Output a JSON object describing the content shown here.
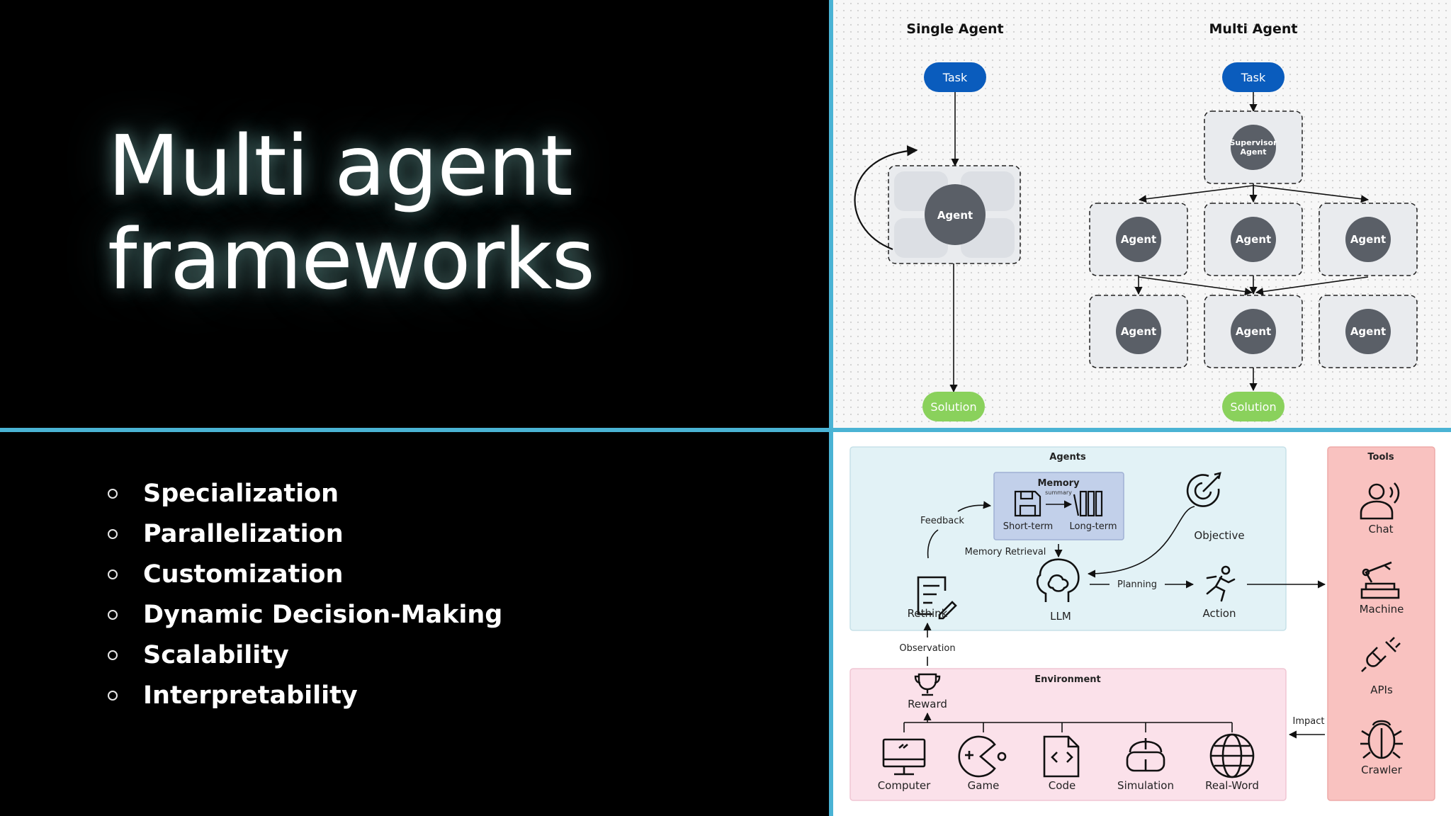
{
  "slide": {
    "title_line1": "Multi agent",
    "title_line2": "frameworks",
    "accent_color": "#4ab3d4",
    "bullets": [
      "Specialization",
      "Parallelization",
      "Customization",
      "Dynamic Decision-Making",
      "Scalability",
      "Interpretability"
    ]
  },
  "topology": {
    "single": {
      "heading": "Single Agent",
      "task": "Task",
      "agent": "Agent",
      "solution": "Solution"
    },
    "multi": {
      "heading": "Multi Agent",
      "task": "Task",
      "supervisor_line1": "Supervisor",
      "supervisor_line2": "Agent",
      "agents": [
        "Agent",
        "Agent",
        "Agent",
        "Agent",
        "Agent",
        "Agent"
      ],
      "solution": "Solution"
    },
    "colors": {
      "task": "#0a5cbd",
      "solution": "#8ad15c",
      "agent": "#5a5f67"
    }
  },
  "architecture": {
    "agents_title": "Agents",
    "memory_title": "Memory",
    "memory_summary": "summary",
    "short_term": "Short-term",
    "long_term": "Long-term",
    "feedback": "Feedback",
    "memory_retrieval": "Memory Retrieval",
    "objective": "Objective",
    "rethink": "Rethink",
    "llm": "LLM",
    "planning": "Planning",
    "action": "Action",
    "observation": "Observation",
    "environment_title": "Environment",
    "reward": "Reward",
    "env_items": [
      "Computer",
      "Game",
      "Code",
      "Simulation",
      "Real-Word"
    ],
    "tools_title": "Tools",
    "tools": [
      "Chat",
      "Machine",
      "APIs",
      "Crawler"
    ],
    "impact": "Impact",
    "colors": {
      "agents_bg": "#e2f2f6",
      "environment_bg": "#fbe1ea",
      "tools_bg": "#f9c2c0",
      "memory_bg": "#c2d0ea"
    }
  }
}
